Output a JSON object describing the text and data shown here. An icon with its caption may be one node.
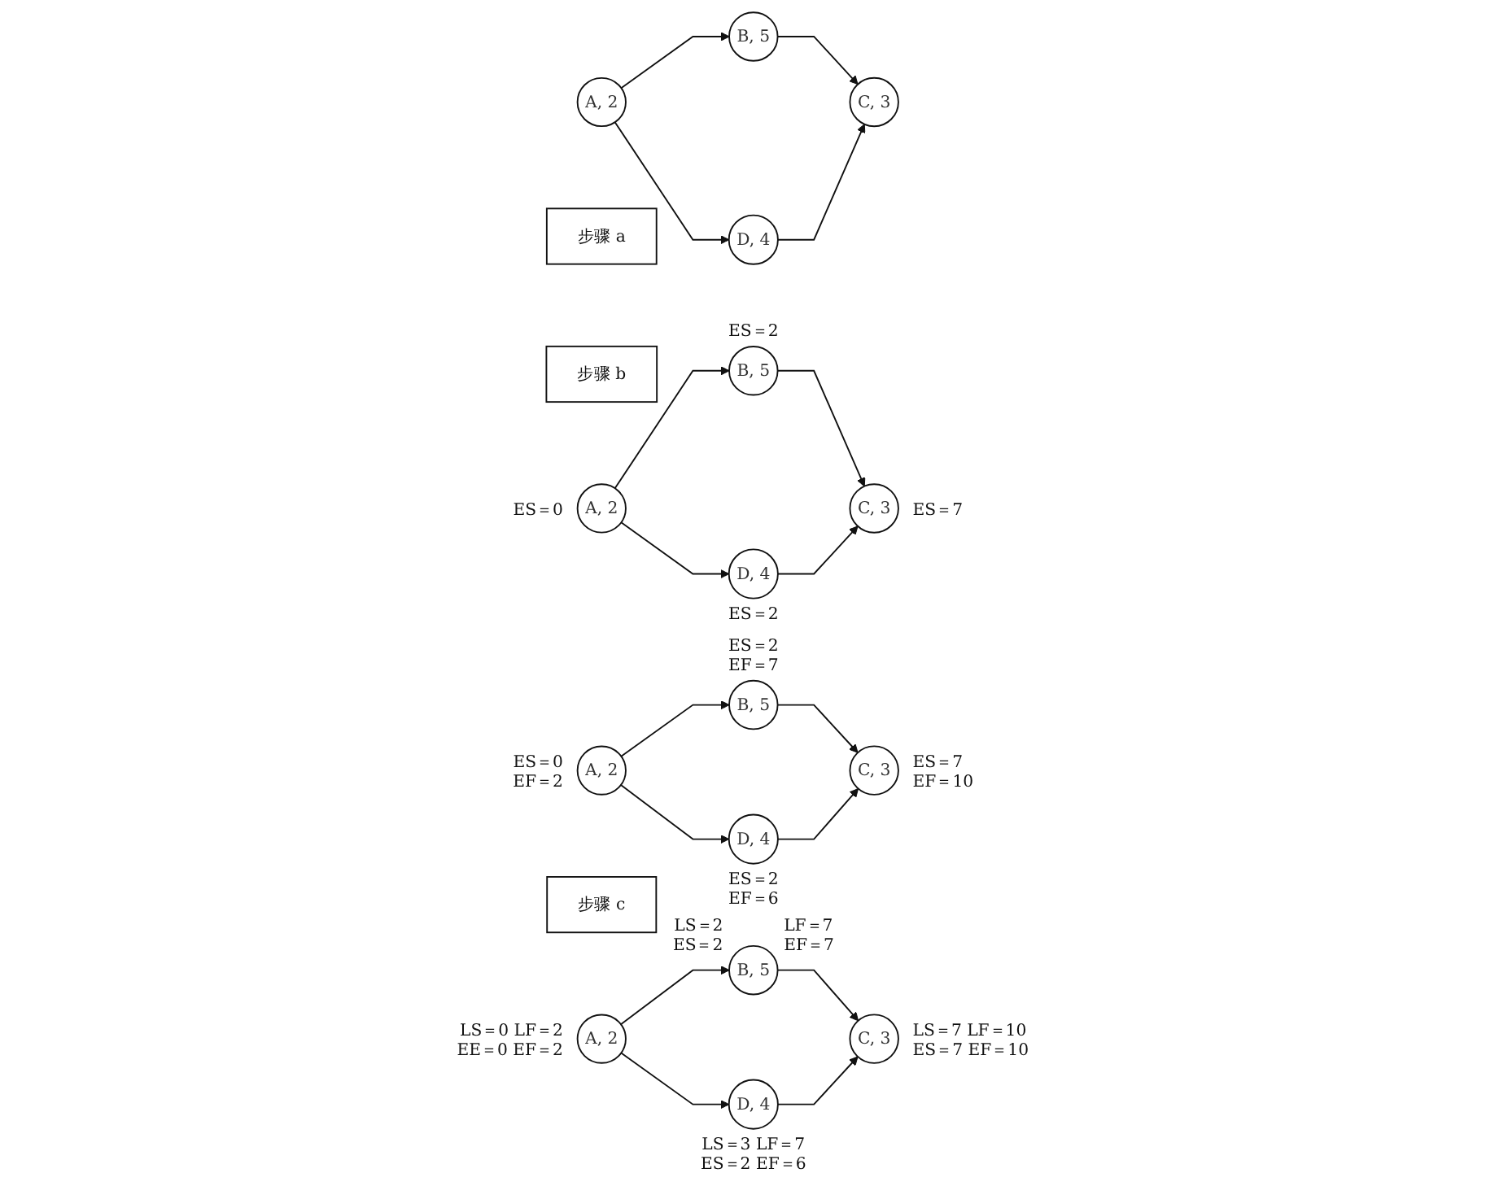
{
  "diagram": {
    "nodes": [
      {
        "text": [
          "A, 2"
        ]
      },
      {
        "text": [
          "B, 5"
        ]
      },
      {
        "text": [
          "D, 4"
        ]
      },
      {
        "text": [
          "C, 3"
        ]
      },
      {
        "text": [
          "步骤 a"
        ]
      },
      {
        "text": [
          "步骤 b"
        ]
      },
      {
        "text": [
          "A, 2"
        ],
        "beside": [
          "ES＝0"
        ]
      },
      {
        "text": [
          "B, 5"
        ],
        "beside": [
          "ES＝2"
        ]
      },
      {
        "text": [
          "D, 4"
        ],
        "beside": [
          "ES＝2"
        ]
      },
      {
        "text": [
          "C, 3"
        ],
        "beside": [
          "ES＝7"
        ]
      },
      {
        "text": [
          "A, 2"
        ],
        "beside": [
          "ES＝0 EF＝2"
        ]
      },
      {
        "text": [
          "B, 5"
        ],
        "beside": [
          "ES＝2 EF＝7"
        ]
      },
      {
        "text": [
          "D, 4"
        ],
        "beside": [
          "ES＝2 EF＝6"
        ]
      },
      {
        "text": [
          "C, 3"
        ],
        "beside": [
          "ES＝7 EF＝10"
        ]
      },
      {
        "text": [
          "步骤 c"
        ]
      },
      {
        "text": [
          "A, 2"
        ],
        "beside": [
          "LS＝0 LF＝2 EE＝0 EF＝2"
        ]
      },
      {
        "text": [
          "B, 5"
        ],
        "beside": [
          "LS＝2 ES＝2",
          "LF＝7 EF＝7"
        ]
      },
      {
        "text": [
          "D, 4"
        ],
        "beside": [
          "LS＝3 LF＝7 ES＝2 EF＝6"
        ]
      },
      {
        "text": [
          "C, 3"
        ],
        "beside": [
          "LS＝7 LF＝10 ES＝7 EF＝10"
        ]
      }
    ],
    "edges": [
      {
        "from": 0,
        "to": 1,
        "arrow": "to"
      },
      {
        "from": 0,
        "to": 2,
        "arrow": "to"
      },
      {
        "from": 1,
        "to": 3,
        "arrow": "to"
      },
      {
        "from": 2,
        "to": 3,
        "arrow": "to"
      },
      {
        "from": 6,
        "to": 7,
        "arrow": "to"
      },
      {
        "from": 6,
        "to": 8,
        "arrow": "to"
      },
      {
        "from": 7,
        "to": 9,
        "arrow": "to"
      },
      {
        "from": 8,
        "to": 9,
        "arrow": "to"
      },
      {
        "from": 10,
        "to": 11,
        "arrow": "to"
      },
      {
        "from": 10,
        "to": 12,
        "arrow": "to"
      },
      {
        "from": 11,
        "to": 13,
        "arrow": "to"
      },
      {
        "from": 12,
        "to": 13,
        "arrow": "to"
      },
      {
        "from": 15,
        "to": 16,
        "arrow": "to"
      },
      {
        "from": 15,
        "to": 17,
        "arrow": "to"
      },
      {
        "from": 16,
        "to": 18,
        "arrow": "to"
      },
      {
        "from": 17,
        "to": 18,
        "arrow": "to"
      }
    ]
  }
}
